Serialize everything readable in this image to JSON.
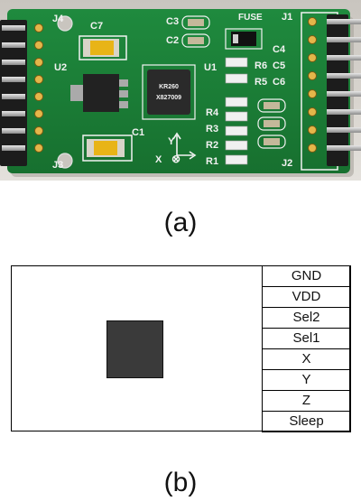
{
  "photo_panel": {
    "silkscreen": {
      "j4": "J4",
      "u2": "U2",
      "j3": "J3",
      "c7": "C7",
      "c1": "C1",
      "c3": "C3",
      "c2": "C2",
      "u1": "U1",
      "fuse": "FUSE",
      "j1": "J1",
      "j2": "J2",
      "c4": "C4",
      "c5": "C5",
      "c6": "C6",
      "r6": "R6",
      "r5": "R5",
      "r4": "R4",
      "r3": "R3",
      "r2": "R2",
      "r1": "R1",
      "axis_y": "Y",
      "axis_x": "X",
      "axis_z_symbol": "⊗"
    },
    "chip_marking": [
      "KR260",
      "X827009"
    ]
  },
  "captions": {
    "a": "(a)",
    "b": "(b)"
  },
  "schematic": {
    "pins": [
      "GND",
      "VDD",
      "Sel2",
      "Sel1",
      "X",
      "Y",
      "Z",
      "Sleep"
    ]
  }
}
